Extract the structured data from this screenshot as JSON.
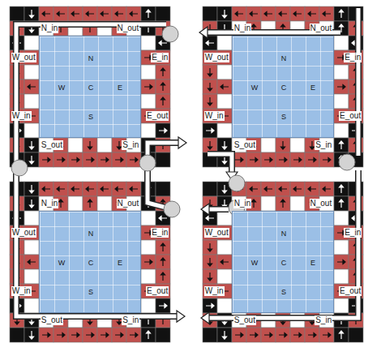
{
  "diagram": {
    "nodes": [
      {
        "text": [
          "N",
          "W",
          "C",
          "E",
          "S"
        ]
      },
      {
        "text": [
          "N",
          "W",
          "C",
          "E",
          "S"
        ]
      },
      {
        "text": [
          "N",
          "W",
          "C",
          "E",
          "S"
        ]
      },
      {
        "text": [
          "N",
          "W",
          "C",
          "E",
          "S"
        ]
      }
    ],
    "labels": [
      "N_in",
      "N_out",
      "W_out",
      "E_in",
      "W_in",
      "E_out",
      "S_out",
      "S_in",
      "N_in",
      "N_out",
      "W_out",
      "E_in",
      "W_in",
      "E_out",
      "S_out",
      "S_in",
      "N_in",
      "N_out",
      "W_out",
      "E_in",
      "W_in",
      "E_out",
      "S_out",
      "S_in",
      "N_in",
      "N_out",
      "W_out",
      "E_in",
      "W_in",
      "E_out",
      "S_out",
      "S_in"
    ]
  }
}
